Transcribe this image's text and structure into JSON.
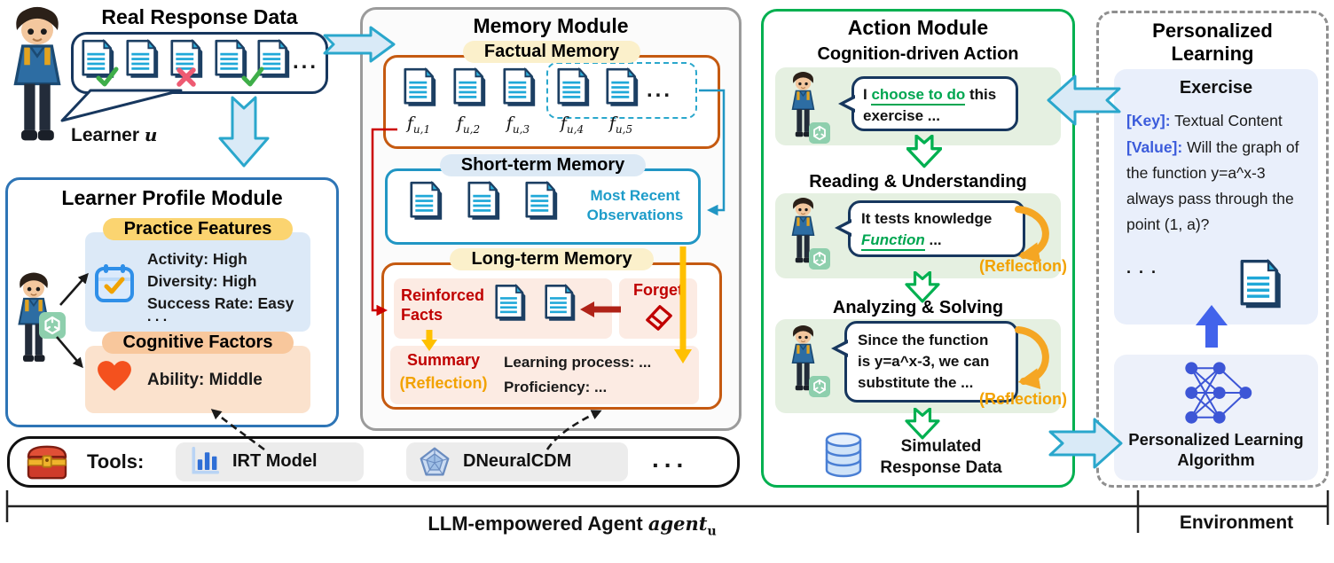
{
  "colors": {
    "navy_outline": "#17375e",
    "flow_arrow_fill": "#d9eaf7",
    "flow_arrow_stroke": "#2aa7cc",
    "profile_border": "#2e75b6",
    "memory_border": "#9b9b9b",
    "factual_border": "#c55a11",
    "short_term_border": "#2196c4",
    "action_border": "#00b050",
    "green_text": "#00a651",
    "red_text": "#c00000",
    "yellow_arrow": "#ffc000",
    "orange_reflection": "#f2a202",
    "key_value_blue": "#3b5bdb",
    "royal_blue_arrow": "#4263eb",
    "recent_obs_blue": "#1d9cc9"
  },
  "icons": {
    "learner_avatar": "pixel-boy-avatar",
    "gpt_badge": "gpt-logo",
    "document": "document-page",
    "check": "green-check-mark",
    "cross": "red-cross-mark",
    "calendar": "calendar-check",
    "heart": "heart",
    "eraser": "eraser",
    "database": "database-cylinder",
    "treasure_chest": "treasure-chest",
    "bar_chart": "bar-chart",
    "pentagon_radar": "pentagon-radar",
    "neural_network": "neural-network"
  },
  "real_response": {
    "title": "Real Response Data",
    "dots": "...",
    "learner_label": "Learner ",
    "learner_var": "u"
  },
  "learner_profile": {
    "title": "Learner Profile Module",
    "practice": {
      "title": "Practice Features",
      "lines": [
        "Activity: High",
        "Diversity: High",
        "Success Rate: Easy"
      ],
      "dots": ". . ."
    },
    "cognitive": {
      "title": "Cognitive Factors",
      "line": "Ability: Middle"
    }
  },
  "memory": {
    "title": "Memory Module",
    "factual": {
      "title": "Factual Memory",
      "dots": "...",
      "f_base": "f",
      "subs": [
        "u,1",
        "u,2",
        "u,3",
        "u,4",
        "u,5"
      ]
    },
    "short_term": {
      "title": "Short-term Memory",
      "note": "Most Recent Observations"
    },
    "long_term": {
      "title": "Long-term Memory",
      "reinforced": "Reinforced Facts",
      "forget": "Forget",
      "summary": "Summary",
      "reflection": "(Reflection)",
      "line1": "Learning process: ...",
      "line2": "Proficiency: ..."
    }
  },
  "action": {
    "title": "Action Module",
    "step1": {
      "title": "Cognition-driven Action",
      "pre": "I ",
      "hl": "choose to do",
      "post": " this exercise ..."
    },
    "step2": {
      "title": "Reading & Understanding",
      "line1": "It tests knowledge",
      "hl": "Function",
      "post": " ...",
      "reflection": "(Reflection)"
    },
    "step3": {
      "title": "Analyzing & Solving",
      "text": "Since the function is y=a^x-3, we can substitute the ...",
      "reflection": "(Reflection)"
    },
    "output": "Simulated Response Data"
  },
  "personalized": {
    "title": "Personalized Learning",
    "exercise": {
      "title": "Exercise",
      "key_label": "[Key]:",
      "key_text": " Textual Content",
      "value_label": "[Value]:",
      "value_text": " Will the graph of the function y=a^x-3 always pass through the point (1, a)?",
      "dots": ". . ."
    },
    "algorithm": "Personalized Learning Algorithm"
  },
  "tools": {
    "label": "Tools:",
    "items": [
      "IRT Model",
      "DNeuralCDM"
    ],
    "dots": "..."
  },
  "footer": {
    "agent_label": "LLM-empowered Agent ",
    "agent_var": "agent",
    "agent_sub": "u",
    "environment": "Environment"
  }
}
